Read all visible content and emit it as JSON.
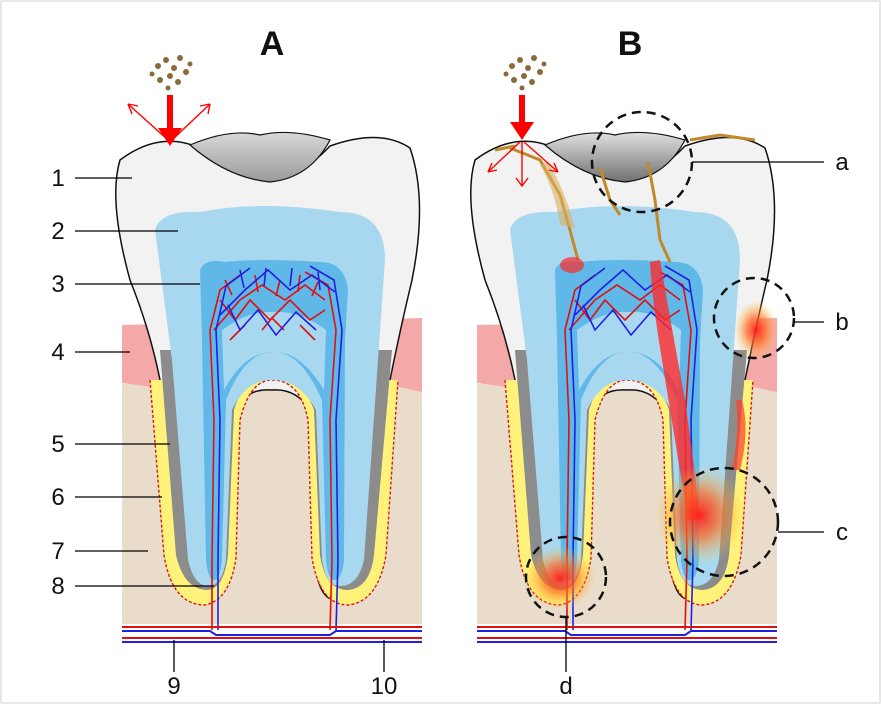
{
  "panels": {
    "a_title": "A",
    "b_title": "B"
  },
  "labels_a": {
    "l1": "1",
    "l2": "2",
    "l3": "3",
    "l4": "4",
    "l5": "5",
    "l6": "6",
    "l7": "7",
    "l8": "8",
    "l9": "9",
    "l10": "10"
  },
  "labels_b": {
    "la": "a",
    "lb": "b",
    "lc": "c",
    "ld": "d"
  },
  "colors": {
    "enamel": "#f2f2f2",
    "dentin": "#a8d8f0",
    "pulp": "#5fb8e8",
    "gum": "#f4a8a8",
    "bone": "#e9dccb",
    "cementum": "#fff27a",
    "root_dark": "#8c8c8c",
    "artery": "#e01010",
    "vein": "#2020e0",
    "decay": "#c08a2a",
    "inflammation": "#ff2a2a"
  }
}
